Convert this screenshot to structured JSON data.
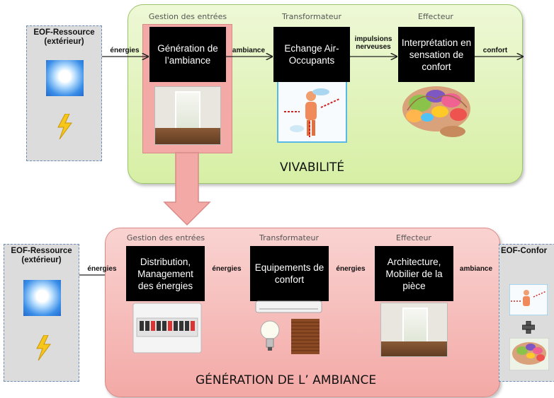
{
  "top": {
    "zone_label": "VIVABILITÉ",
    "headers": {
      "inputs": "Gestion des entrées",
      "transformer": "Transformateur",
      "effector": "Effecteur"
    },
    "blocks": {
      "generation": "Génération de l’ambiance",
      "exchange": "Echange Air-Occupants",
      "interpretation": "Interprétation en sensation de confort"
    },
    "arrows": {
      "energies": "énergies",
      "ambiance": "ambiance",
      "impulses_line1": "impulsions",
      "impulses_line2": "nerveuses",
      "comfort": "confort"
    },
    "resource": {
      "line1": "EOF-Ressource",
      "line2": "(extérieur)"
    }
  },
  "bottom": {
    "zone_label": "GÉNÉRATION  DE  L’ AMBIANCE",
    "headers": {
      "inputs": "Gestion des entrées",
      "transformer": "Transformateur",
      "effector": "Effecteur"
    },
    "blocks": {
      "distribution": "Distribution, Management des énergies",
      "equipment": "Equipements de confort",
      "architecture": "Architecture, Mobilier de la pièce"
    },
    "arrows": {
      "energies_in": "énergies",
      "energies_mid1": "énergies",
      "energies_mid2": "énergies",
      "ambiance": "ambiance"
    },
    "resource": {
      "line1": "EOF-Ressource",
      "line2": "(extérieur)"
    },
    "comfort_panel": {
      "title": "EOF-Confor"
    }
  },
  "icons": [
    "sun-icon",
    "lightning-icon",
    "room-photo",
    "occupant-thermal-icon",
    "brain-icon",
    "electrical-panel-icon",
    "air-conditioner-icon",
    "light-bulb-icon",
    "window-blind-icon",
    "plus-icon"
  ],
  "colors": {
    "green_panel": "#d6efa4",
    "pink_panel": "#f3a9a6",
    "block": "#000000",
    "resource_box": "#dcdcdc"
  }
}
